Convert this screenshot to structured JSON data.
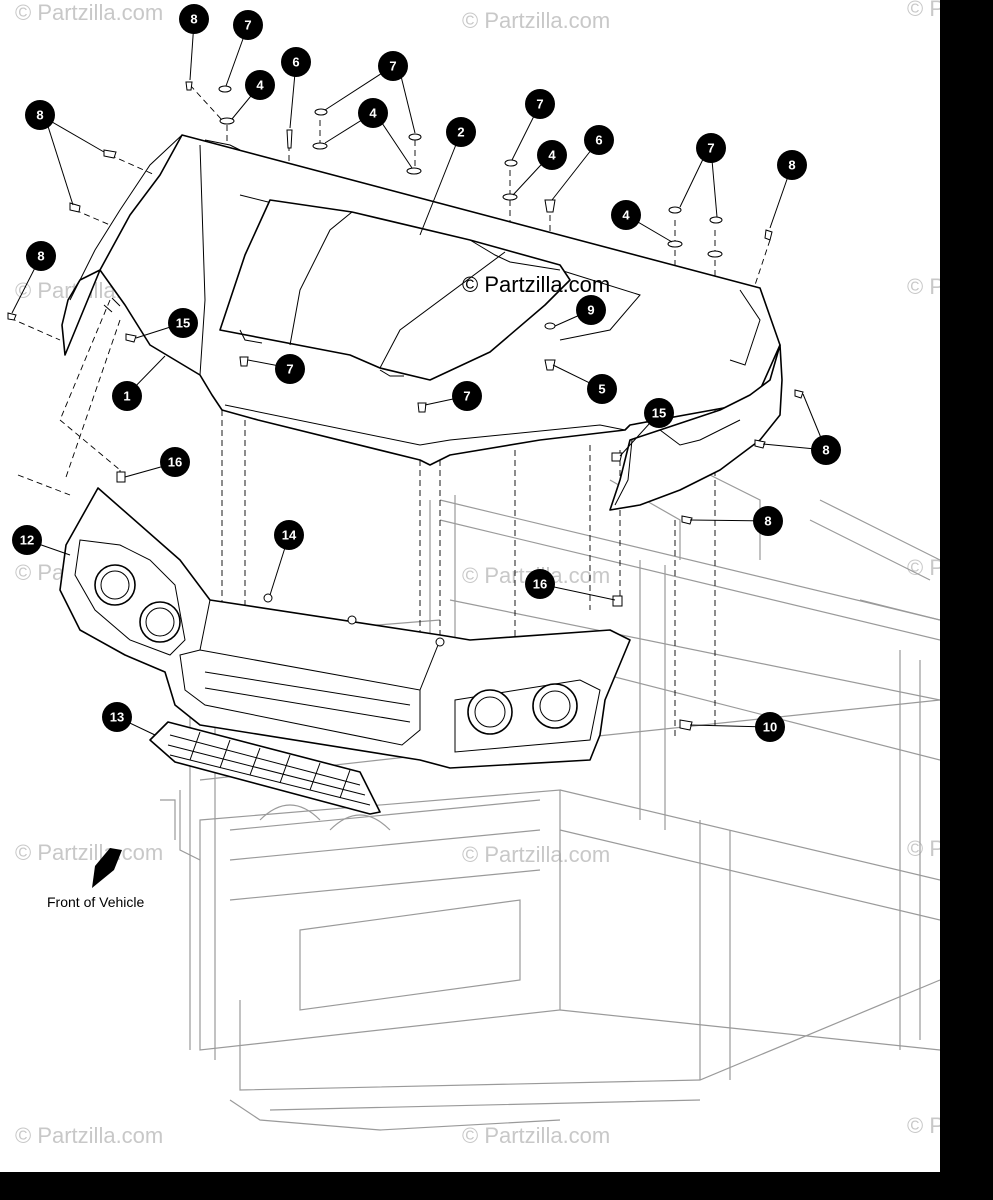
{
  "watermark": {
    "text": "© Partzilla.com",
    "center_text": "© Partzilla.com"
  },
  "front_label": "Front of Vehicle",
  "callouts": [
    {
      "id": "c-8-a",
      "label": "8"
    },
    {
      "id": "c-7-a",
      "label": "7"
    },
    {
      "id": "c-4-a",
      "label": "4"
    },
    {
      "id": "c-6-a",
      "label": "6"
    },
    {
      "id": "c-7-b",
      "label": "7"
    },
    {
      "id": "c-4-b",
      "label": "4"
    },
    {
      "id": "c-2",
      "label": "2"
    },
    {
      "id": "c-7-c",
      "label": "7"
    },
    {
      "id": "c-4-c",
      "label": "4"
    },
    {
      "id": "c-6-b",
      "label": "6"
    },
    {
      "id": "c-7-d",
      "label": "7"
    },
    {
      "id": "c-8-b",
      "label": "8"
    },
    {
      "id": "c-4-d",
      "label": "4"
    },
    {
      "id": "c-8-c",
      "label": "8"
    },
    {
      "id": "c-8-d",
      "label": "8"
    },
    {
      "id": "c-9",
      "label": "9"
    },
    {
      "id": "c-15-a",
      "label": "15"
    },
    {
      "id": "c-7-e",
      "label": "7"
    },
    {
      "id": "c-1",
      "label": "1"
    },
    {
      "id": "c-5",
      "label": "5"
    },
    {
      "id": "c-7-f",
      "label": "7"
    },
    {
      "id": "c-15-b",
      "label": "15"
    },
    {
      "id": "c-8-e",
      "label": "8"
    },
    {
      "id": "c-16-a",
      "label": "16"
    },
    {
      "id": "c-8-f",
      "label": "8"
    },
    {
      "id": "c-12",
      "label": "12"
    },
    {
      "id": "c-14",
      "label": "14"
    },
    {
      "id": "c-16-b",
      "label": "16"
    },
    {
      "id": "c-13",
      "label": "13"
    },
    {
      "id": "c-10",
      "label": "10"
    }
  ]
}
